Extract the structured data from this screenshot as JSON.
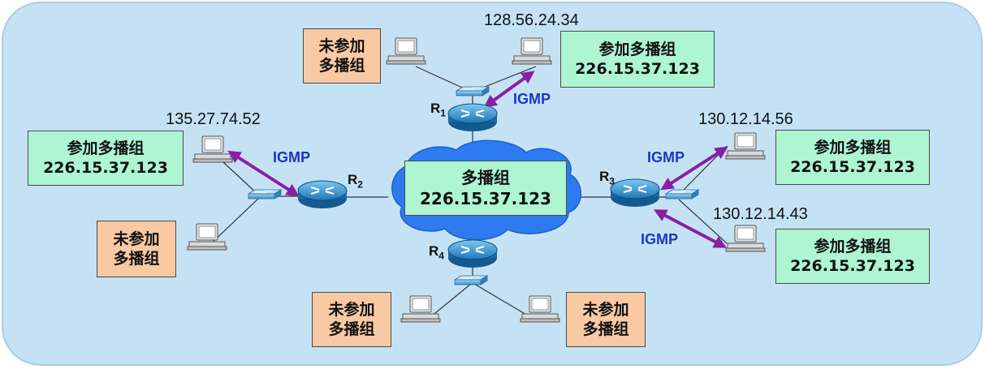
{
  "group": {
    "line1": "多播组",
    "line2": "226.15.37.123"
  },
  "joined": {
    "line1": "参加多播组",
    "line2": "226.15.37.123"
  },
  "not_joined": {
    "line1": "未参加",
    "line2": "多播组"
  },
  "protocol": "IGMP",
  "routers": [
    {
      "id": "r1",
      "letter": "R",
      "sub": "1"
    },
    {
      "id": "r2",
      "letter": "R",
      "sub": "2"
    },
    {
      "id": "r3",
      "letter": "R",
      "sub": "3"
    },
    {
      "id": "r4",
      "letter": "R",
      "sub": "4"
    }
  ],
  "hosts": {
    "h_top": "128.56.24.34",
    "h_left": "135.27.74.52",
    "h_right1": "130.12.14.56",
    "h_right2": "130.12.14.43"
  },
  "colors": {
    "joined_fill": "#aef5d2",
    "not_joined_fill": "#f8c9a3",
    "cloud_fill": "#2e7bf0",
    "igmp_arrow": "#8a1fa3",
    "igmp_text": "#1b35c8",
    "panel_fill": "#c5e2f5"
  }
}
